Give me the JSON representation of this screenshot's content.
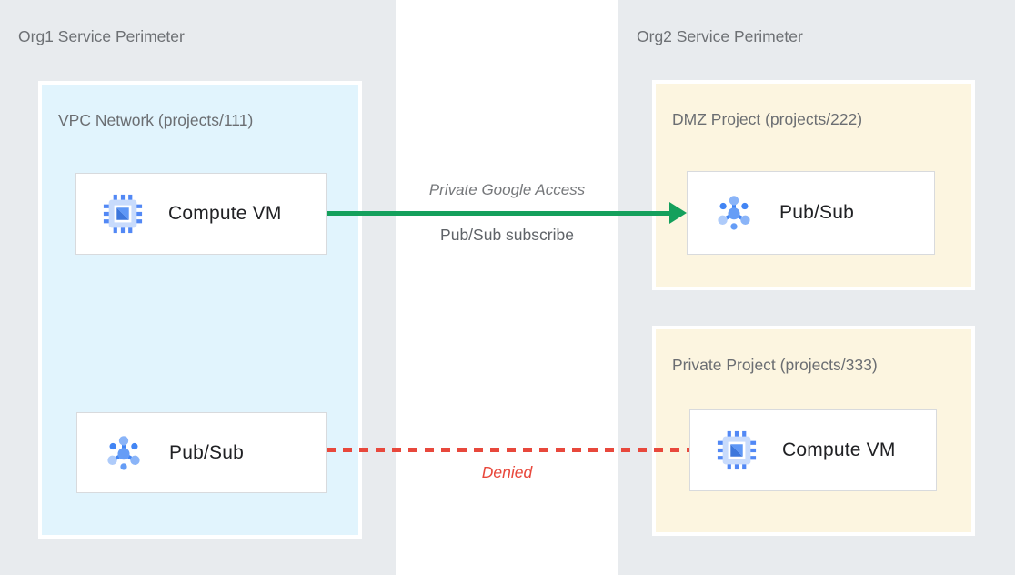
{
  "org1": {
    "title": "Org1 Service Perimeter",
    "vpc": {
      "title": "VPC Network (projects/111)",
      "compute_vm": {
        "label": "Compute VM",
        "icon": "compute-engine-icon"
      },
      "pubsub": {
        "label": "Pub/Sub",
        "icon": "pubsub-icon"
      }
    }
  },
  "org2": {
    "title": "Org2 Service Perimeter",
    "dmz": {
      "title": "DMZ Project (projects/222)",
      "pubsub": {
        "label": "Pub/Sub",
        "icon": "pubsub-icon"
      }
    },
    "private": {
      "title": "Private Project (projects/333)",
      "compute_vm": {
        "label": "Compute VM",
        "icon": "compute-engine-icon"
      }
    }
  },
  "flows": {
    "allowed": {
      "title": "Private Google Access",
      "subtitle": "Pub/Sub subscribe",
      "direction": "left-to-right",
      "style": "solid-arrow",
      "color": "#14a05c"
    },
    "denied": {
      "label": "Denied",
      "style": "dashed-line",
      "color": "#e8483c"
    }
  },
  "colors": {
    "perimeter_bg": "#e8ebee",
    "vpc_bg": "#e1f4fd",
    "project_bg": "#fcf5e0",
    "node_border": "#d8dadd",
    "title_gray": "#6d7074",
    "label_dark": "#202124",
    "icon_blue_dark": "#4285f4",
    "icon_blue_medium": "#669df6",
    "icon_blue_light": "#aecbfa"
  }
}
